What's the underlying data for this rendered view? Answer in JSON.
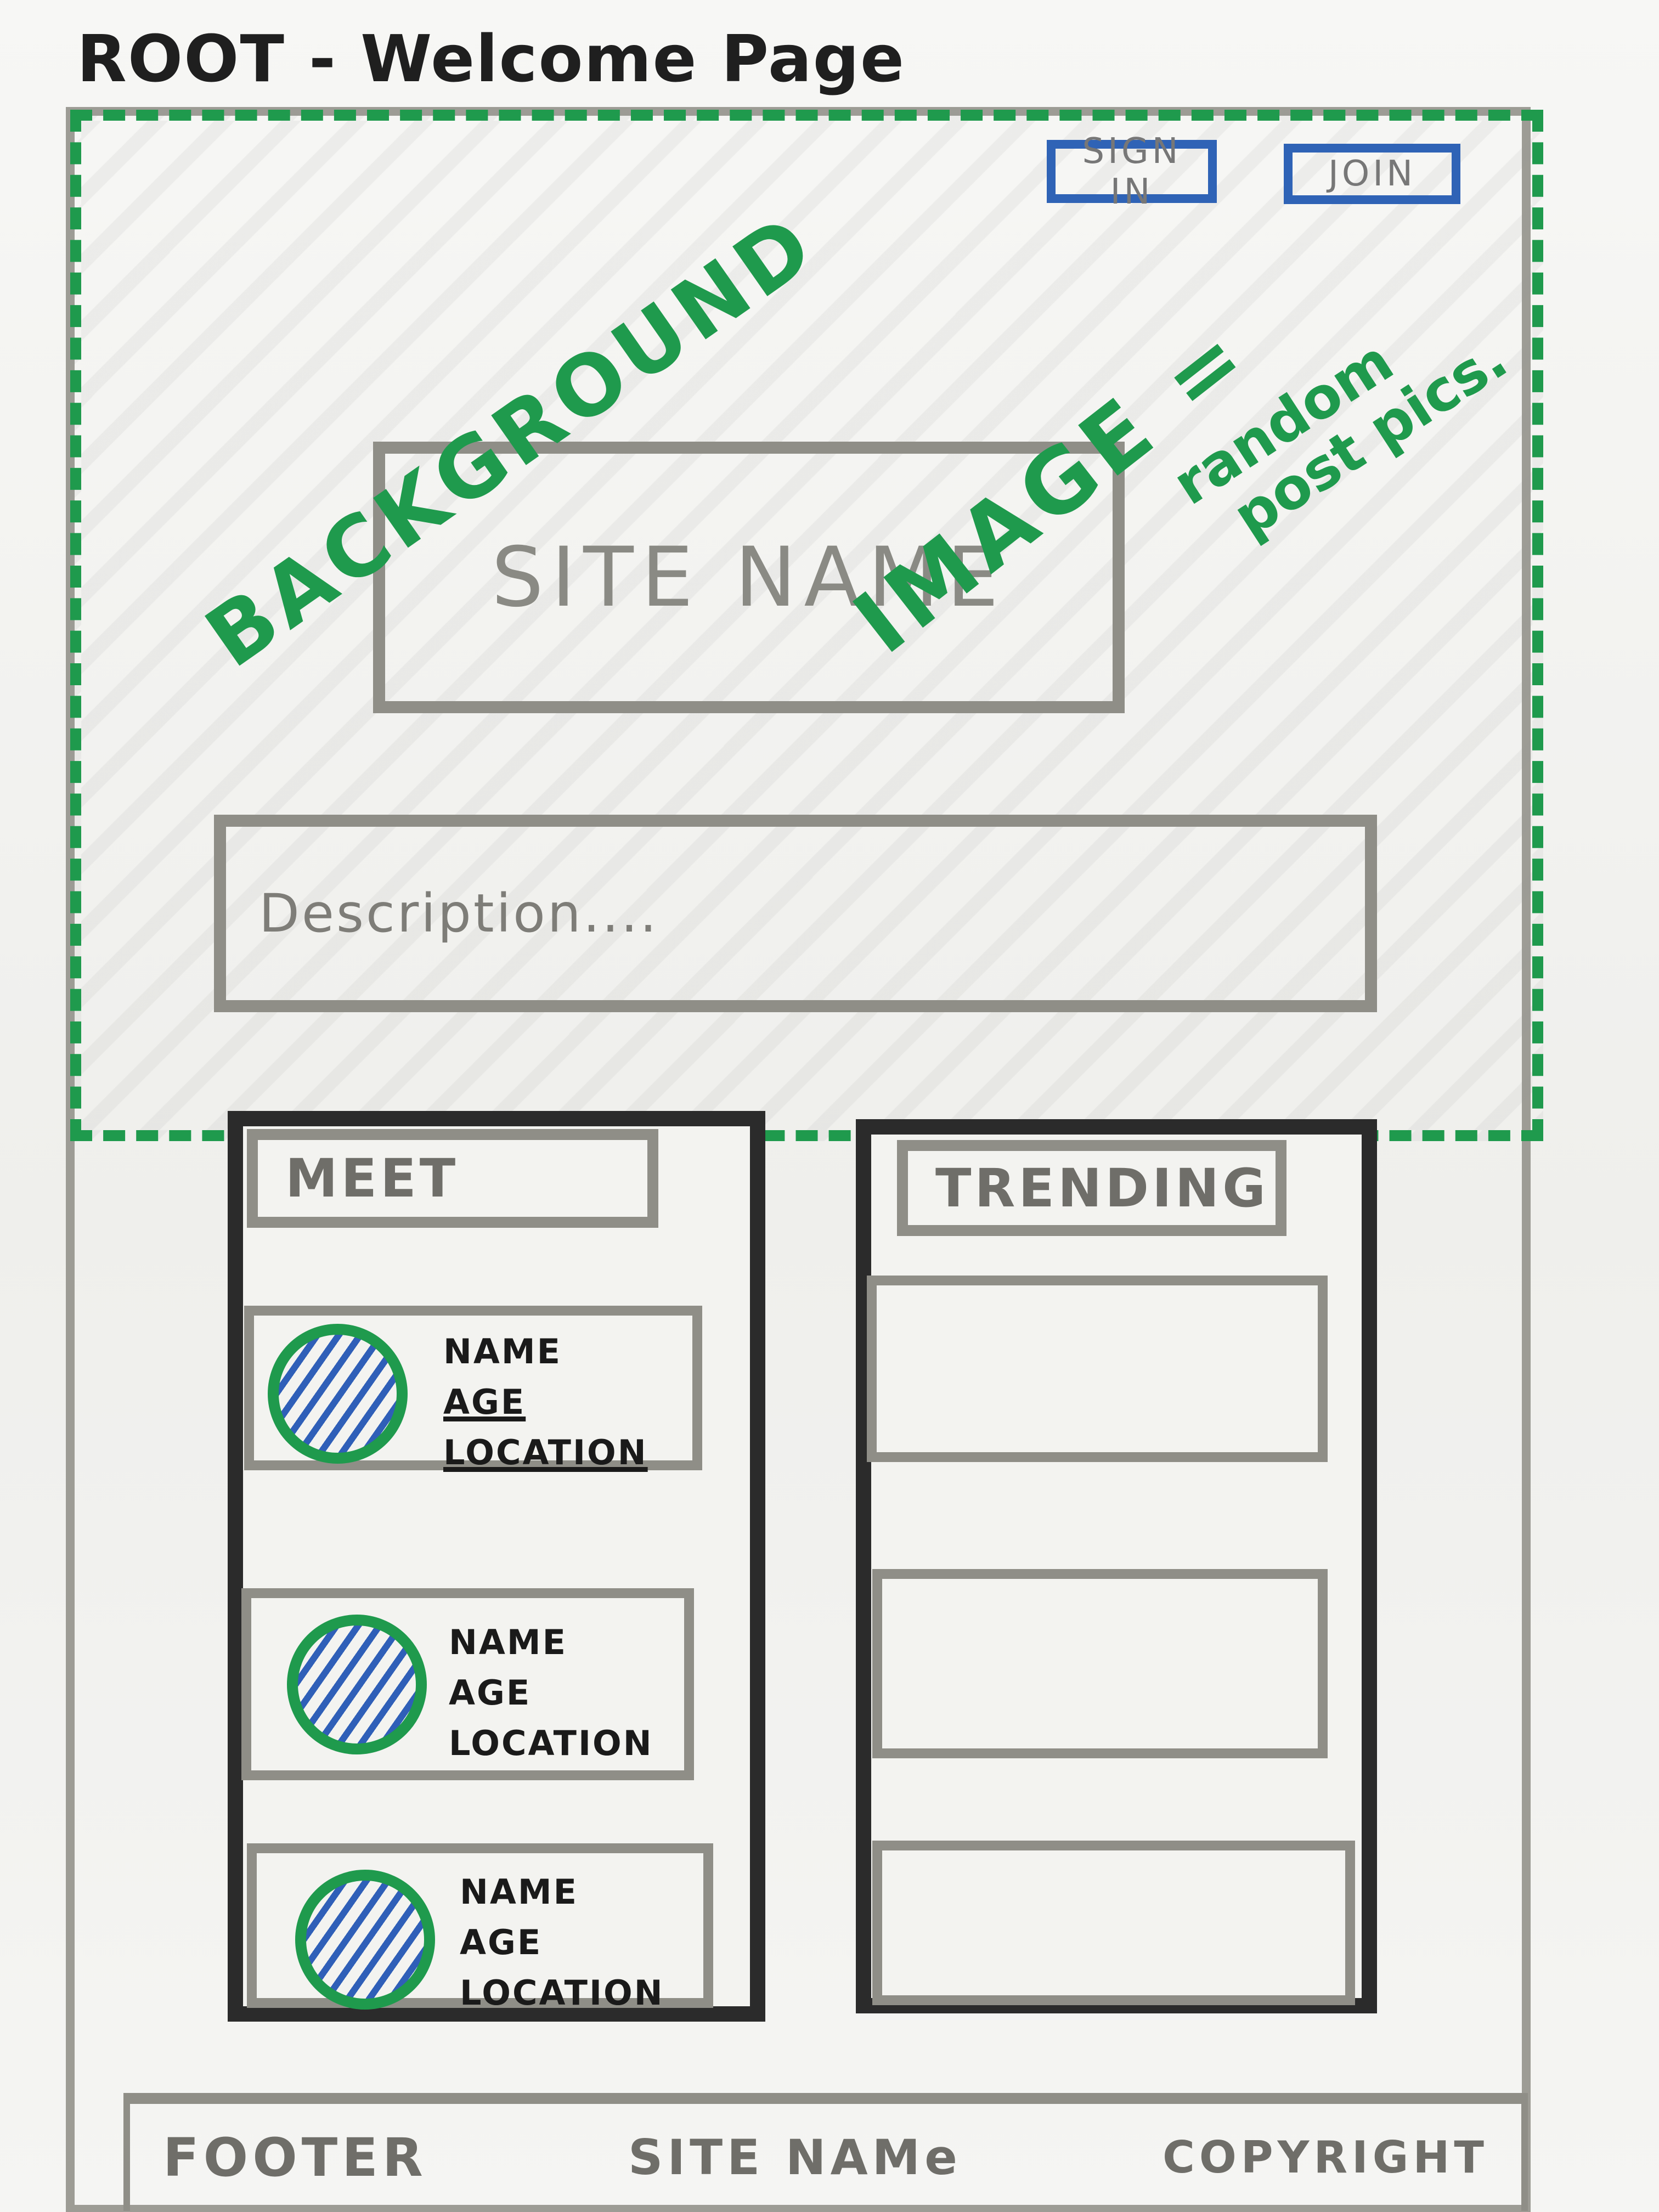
{
  "page_label": "ROOT - Welcome Page",
  "header": {
    "sign_in_label": "SIGN IN",
    "join_label": "JOIN"
  },
  "hero": {
    "site_name": "SITE NAME",
    "description": "Description....",
    "annotation_background": "BACKGROUND",
    "annotation_image": "IMAGE =",
    "annotation_note_line1": "random",
    "annotation_note_line2": "post pics."
  },
  "meet": {
    "title": "MEET",
    "profiles": [
      {
        "name": "NAME",
        "age": "AGE",
        "location": "LOCATION"
      },
      {
        "name": "NAME",
        "age": "AGE",
        "location": "LOCATION"
      },
      {
        "name": "NAME",
        "age": "AGE",
        "location": "LOCATION"
      }
    ]
  },
  "trending": {
    "title": "TRENDING"
  },
  "footer": {
    "label": "FOOTER",
    "site_name": "SITE NAMe",
    "copyright": "COPYRIGHT"
  },
  "colors": {
    "annotation_green": "#1f9a4d",
    "button_blue": "#2f63b6",
    "box_gray": "#8f8e87",
    "panel_black": "#2b2b2b"
  }
}
